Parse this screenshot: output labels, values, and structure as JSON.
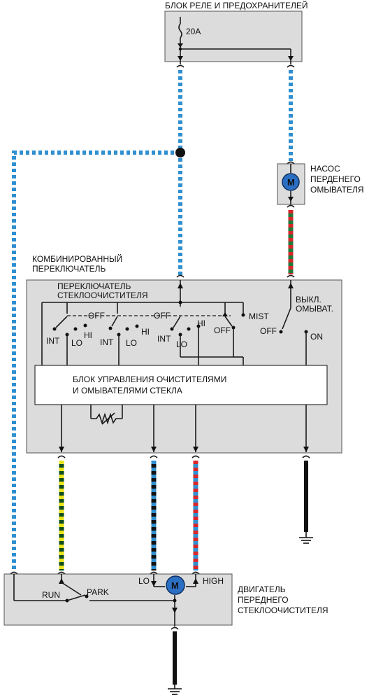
{
  "relay_box": {
    "title": "БЛОК РЕЛЕ И ПРЕДОХРАНИТЕЛЕЙ",
    "fuse": "20A"
  },
  "pump": {
    "line1": "НАСОС",
    "line2": "ПЕРДЕНЕГО",
    "line3": "ОМЫВАТЕЛЯ",
    "symbol": "M"
  },
  "combo_switch": {
    "line1": "КОМБИНИРОВАННЫЙ",
    "line2": "ПЕРЕКЛЮЧАТЕЛЬ"
  },
  "wiper_switch": {
    "line1": "ПЕРЕКЛЮЧАТЕЛЬ",
    "line2": "СТЕКЛООЧИСТИТЕЛЯ",
    "off1": "OFF",
    "off2": "OFF",
    "off3": "OFF",
    "int1": "INT",
    "int2": "INT",
    "int3": "INT",
    "lo1": "LO",
    "lo2": "LO",
    "lo3": "LO",
    "hi1": "HI",
    "hi2": "HI",
    "hi3": "HI",
    "mist": "MIST"
  },
  "washer_switch": {
    "line1": "ВЫКЛ.",
    "line2": "ОМЫВАТ.",
    "off": "OFF",
    "on": "ON"
  },
  "control_unit": {
    "line1": "БЛОК УПРАВЛЕНИЯ ОЧИСТИТЕЛЯМИ",
    "line2": "И ОМЫВАТЕЛЯМИ СТЕКЛА"
  },
  "wiper_motor": {
    "line1": "ДВИГАТЕЛЬ",
    "line2": "ПЕРЕДНЕГО",
    "line3": "СТЕКЛООЧИСТИТЕЛЯ",
    "run": "RUN",
    "park": "PARK",
    "lo": "LO",
    "high": "HIGH",
    "symbol": "M"
  },
  "wire_colors": {
    "light_blue": "#2f8fd0",
    "green": "#1f7a3a",
    "red": "#d8262a",
    "yellow": "#e8e21a",
    "dark_green": "#0d4d1c",
    "black": "#111111",
    "motor_blue": "#2b6fc4"
  }
}
